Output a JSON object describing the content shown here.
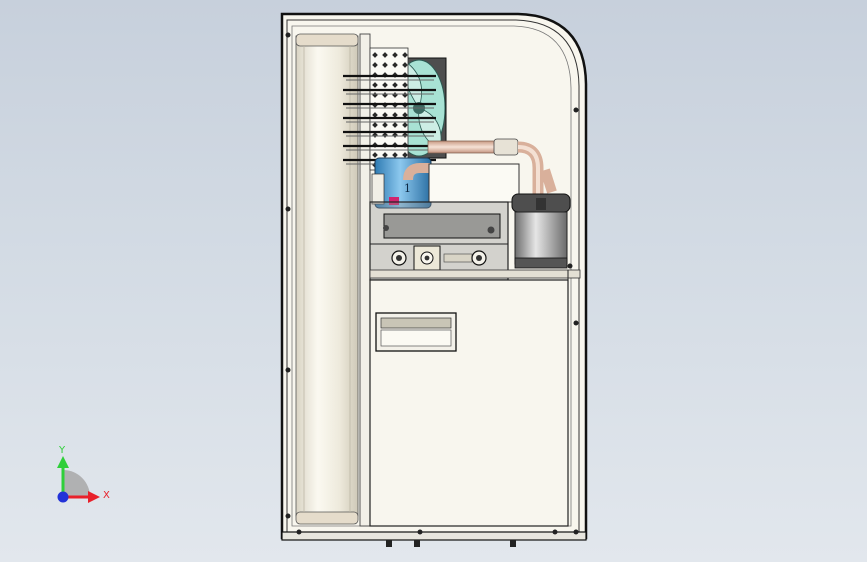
{
  "viewport": {
    "background_top": "#c7d0dc",
    "background_bottom": "#e2e7ed"
  },
  "model": {
    "body_color": "#f8f6ee",
    "outline_color": "#1a1a1a",
    "coil_color": "#f3efe3",
    "fan_color": "#a8e2d4",
    "tank_color": "#5aa6d8",
    "pipe_color": "#e9c6b2",
    "component_label": "1"
  },
  "triad": {
    "x_label": "X",
    "y_label": "Y",
    "x_color": "#e8202a",
    "y_color": "#2fcf3a",
    "z_color": "#2232d8"
  }
}
